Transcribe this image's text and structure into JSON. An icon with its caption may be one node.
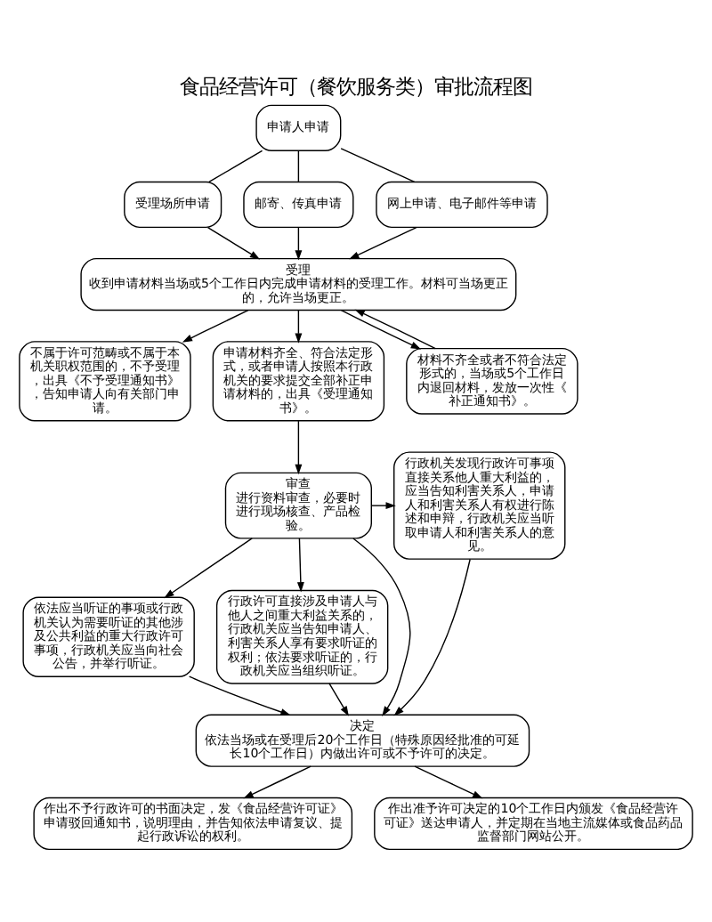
{
  "diagram": {
    "title": "食品经营许可（餐饮服务类）审批流程图",
    "nodes": [
      {
        "text": [
          "申请人申请"
        ]
      },
      {
        "text": [
          "受理场所申请"
        ]
      },
      {
        "text": [
          "邮寄、传真申请"
        ]
      },
      {
        "text": [
          "网上申请、电子邮件等申请"
        ]
      },
      {
        "text": [
          "受理",
          "收到申请材料当场或5个工作日内完成申请材料的受理工作。材料可当场更正的，允许当场更正。"
        ]
      },
      {
        "text": [
          "不属于许可范畴或不属于本机关职权范围的，不予受理，出具《不予受理通知书》，告知申请人向有关部门申请。"
        ]
      },
      {
        "text": [
          "申请材料齐全、符合法定形式，或者申请人按照本行政机关的要求提交全部补正申请材料的，出具《受理通知书》。"
        ]
      },
      {
        "text": [
          "材料不齐全或者不符合法定形式的，当场或5个工作日内退回材料，发放一次性《补正通知书》。"
        ]
      },
      {
        "text": [
          "行政机关发现行政许可事项直接关系他人重大利益的，应当告知利害关系人，申请人和利害关系人有权进行陈述和申辩，行政机关应当听取申请人和利害关系人的意见。"
        ]
      },
      {
        "text": [
          "审查",
          "进行资料审查，必要时进行现场核查、产品检验。"
        ]
      },
      {
        "text": [
          "依法应当听证的事项或行政机关认为需要听证的其他涉及公共利益的重大行政许可事项，行政机关应当向社会公告，并举行听证。"
        ]
      },
      {
        "text": [
          "行政许可直接涉及申请人与他人之间重大利益关系的，行政机关应当告知申请人、利害关系人享有要求听证的权利；依法要求听证的，行政机关应当组织听证。"
        ]
      },
      {
        "text": [
          "决定",
          "依法当场或在受理后20个工作日（特殊原因经批准的可延长10个工作日）内做出许可或不予许可的决定。"
        ]
      },
      {
        "text": [
          "作出不予行政许可的书面决定，发《食品经营许可证》申请驳回通知书，说明理由，并告知依法申请复议、提起行政诉讼的权利。"
        ]
      },
      {
        "text": [
          "作出准予许可决定的10个工作日内颁发《食品经营许可证》送达申请人，并定期在当地主流媒体或食品药品监督部门网站公开。"
        ]
      }
    ],
    "edges": [
      {
        "from": 0,
        "to": 1,
        "arrow": "none"
      },
      {
        "from": 0,
        "to": 2,
        "arrow": "none"
      },
      {
        "from": 0,
        "to": 3,
        "arrow": "none"
      },
      {
        "from": 1,
        "to": 4,
        "arrow": "to"
      },
      {
        "from": 2,
        "to": 4,
        "arrow": "to"
      },
      {
        "from": 3,
        "to": 4,
        "arrow": "to"
      },
      {
        "from": 4,
        "to": 5,
        "arrow": "to"
      },
      {
        "from": 4,
        "to": 6,
        "arrow": "to"
      },
      {
        "from": 4,
        "to": 7,
        "arrow": "to"
      },
      {
        "from": 7,
        "to": 4,
        "arrow": "to"
      },
      {
        "from": 6,
        "to": 9,
        "arrow": "to"
      },
      {
        "from": 9,
        "to": 8,
        "arrow": "to"
      },
      {
        "from": 9,
        "to": 10,
        "arrow": "to"
      },
      {
        "from": 9,
        "to": 11,
        "arrow": "to"
      },
      {
        "from": 9,
        "to": 12,
        "arrow": "to"
      },
      {
        "from": 8,
        "to": 12,
        "arrow": "to"
      },
      {
        "from": 10,
        "to": 12,
        "arrow": "to"
      },
      {
        "from": 11,
        "to": 12,
        "arrow": "to"
      },
      {
        "from": 12,
        "to": 13,
        "arrow": "to"
      },
      {
        "from": 12,
        "to": 14,
        "arrow": "to"
      }
    ]
  }
}
